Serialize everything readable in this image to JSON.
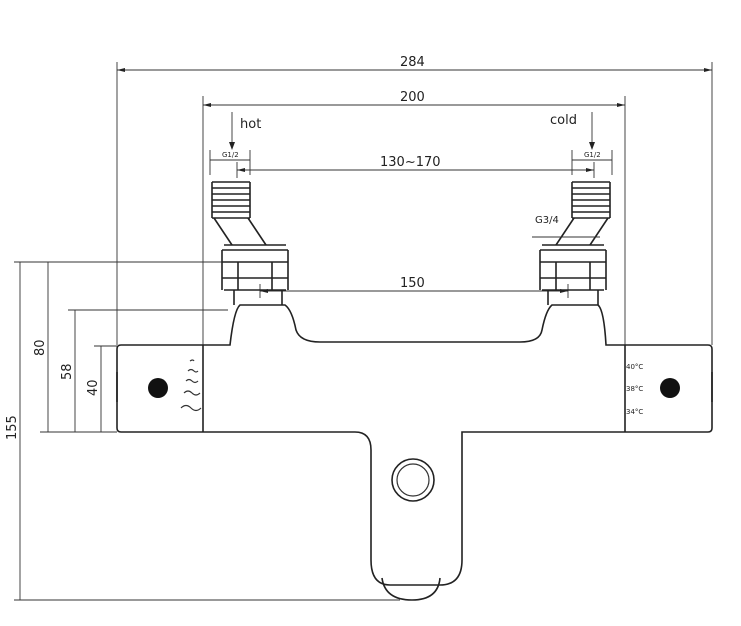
{
  "dimensions": {
    "overall_width": "284",
    "inlet_span": "200",
    "inlet_centers_range": "130~170",
    "nut_centers": "150",
    "overall_height": "155",
    "h80": "80",
    "h58": "58",
    "h40": "40"
  },
  "labels": {
    "hot": "hot",
    "cold": "cold",
    "thread_left": "G1/2",
    "thread_right": "G1/2",
    "inlet_thread": "G3/4"
  },
  "temperature_scale": [
    "40°C",
    "38°C",
    "34°C"
  ],
  "colors": {
    "line": "#333333",
    "background": "#ffffff"
  }
}
